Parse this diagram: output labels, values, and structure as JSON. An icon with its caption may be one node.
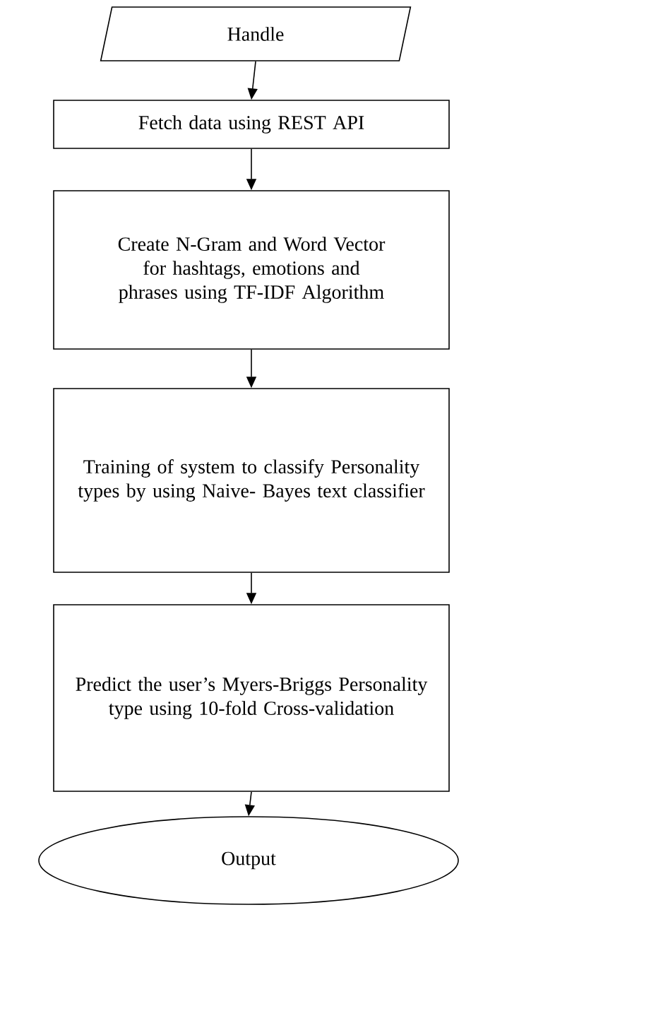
{
  "diagram": {
    "nodes": [
      {
        "text": [
          "Handle"
        ]
      },
      {
        "text": [
          "Fetch data using REST API"
        ]
      },
      {
        "text": [
          "Create N-Gram and Word Vector for hashtags, emotions and phrases using TF-IDF Algorithm"
        ]
      },
      {
        "text": [
          "Training of system to classify Personality types by using Naive- Bayes text classifier"
        ]
      },
      {
        "text": [
          "Predict the user’s Myers-Briggs Personality type using 10-fold Cross-validation"
        ]
      },
      {
        "text": [
          "Output"
        ]
      }
    ],
    "edges": [
      {
        "from": 0,
        "to": 1,
        "arrow": "to"
      },
      {
        "from": 1,
        "to": 2,
        "arrow": "to"
      },
      {
        "from": 2,
        "to": 3,
        "arrow": "to"
      },
      {
        "from": 3,
        "to": 4,
        "arrow": "to"
      },
      {
        "from": 4,
        "to": 5,
        "arrow": "to"
      }
    ]
  }
}
